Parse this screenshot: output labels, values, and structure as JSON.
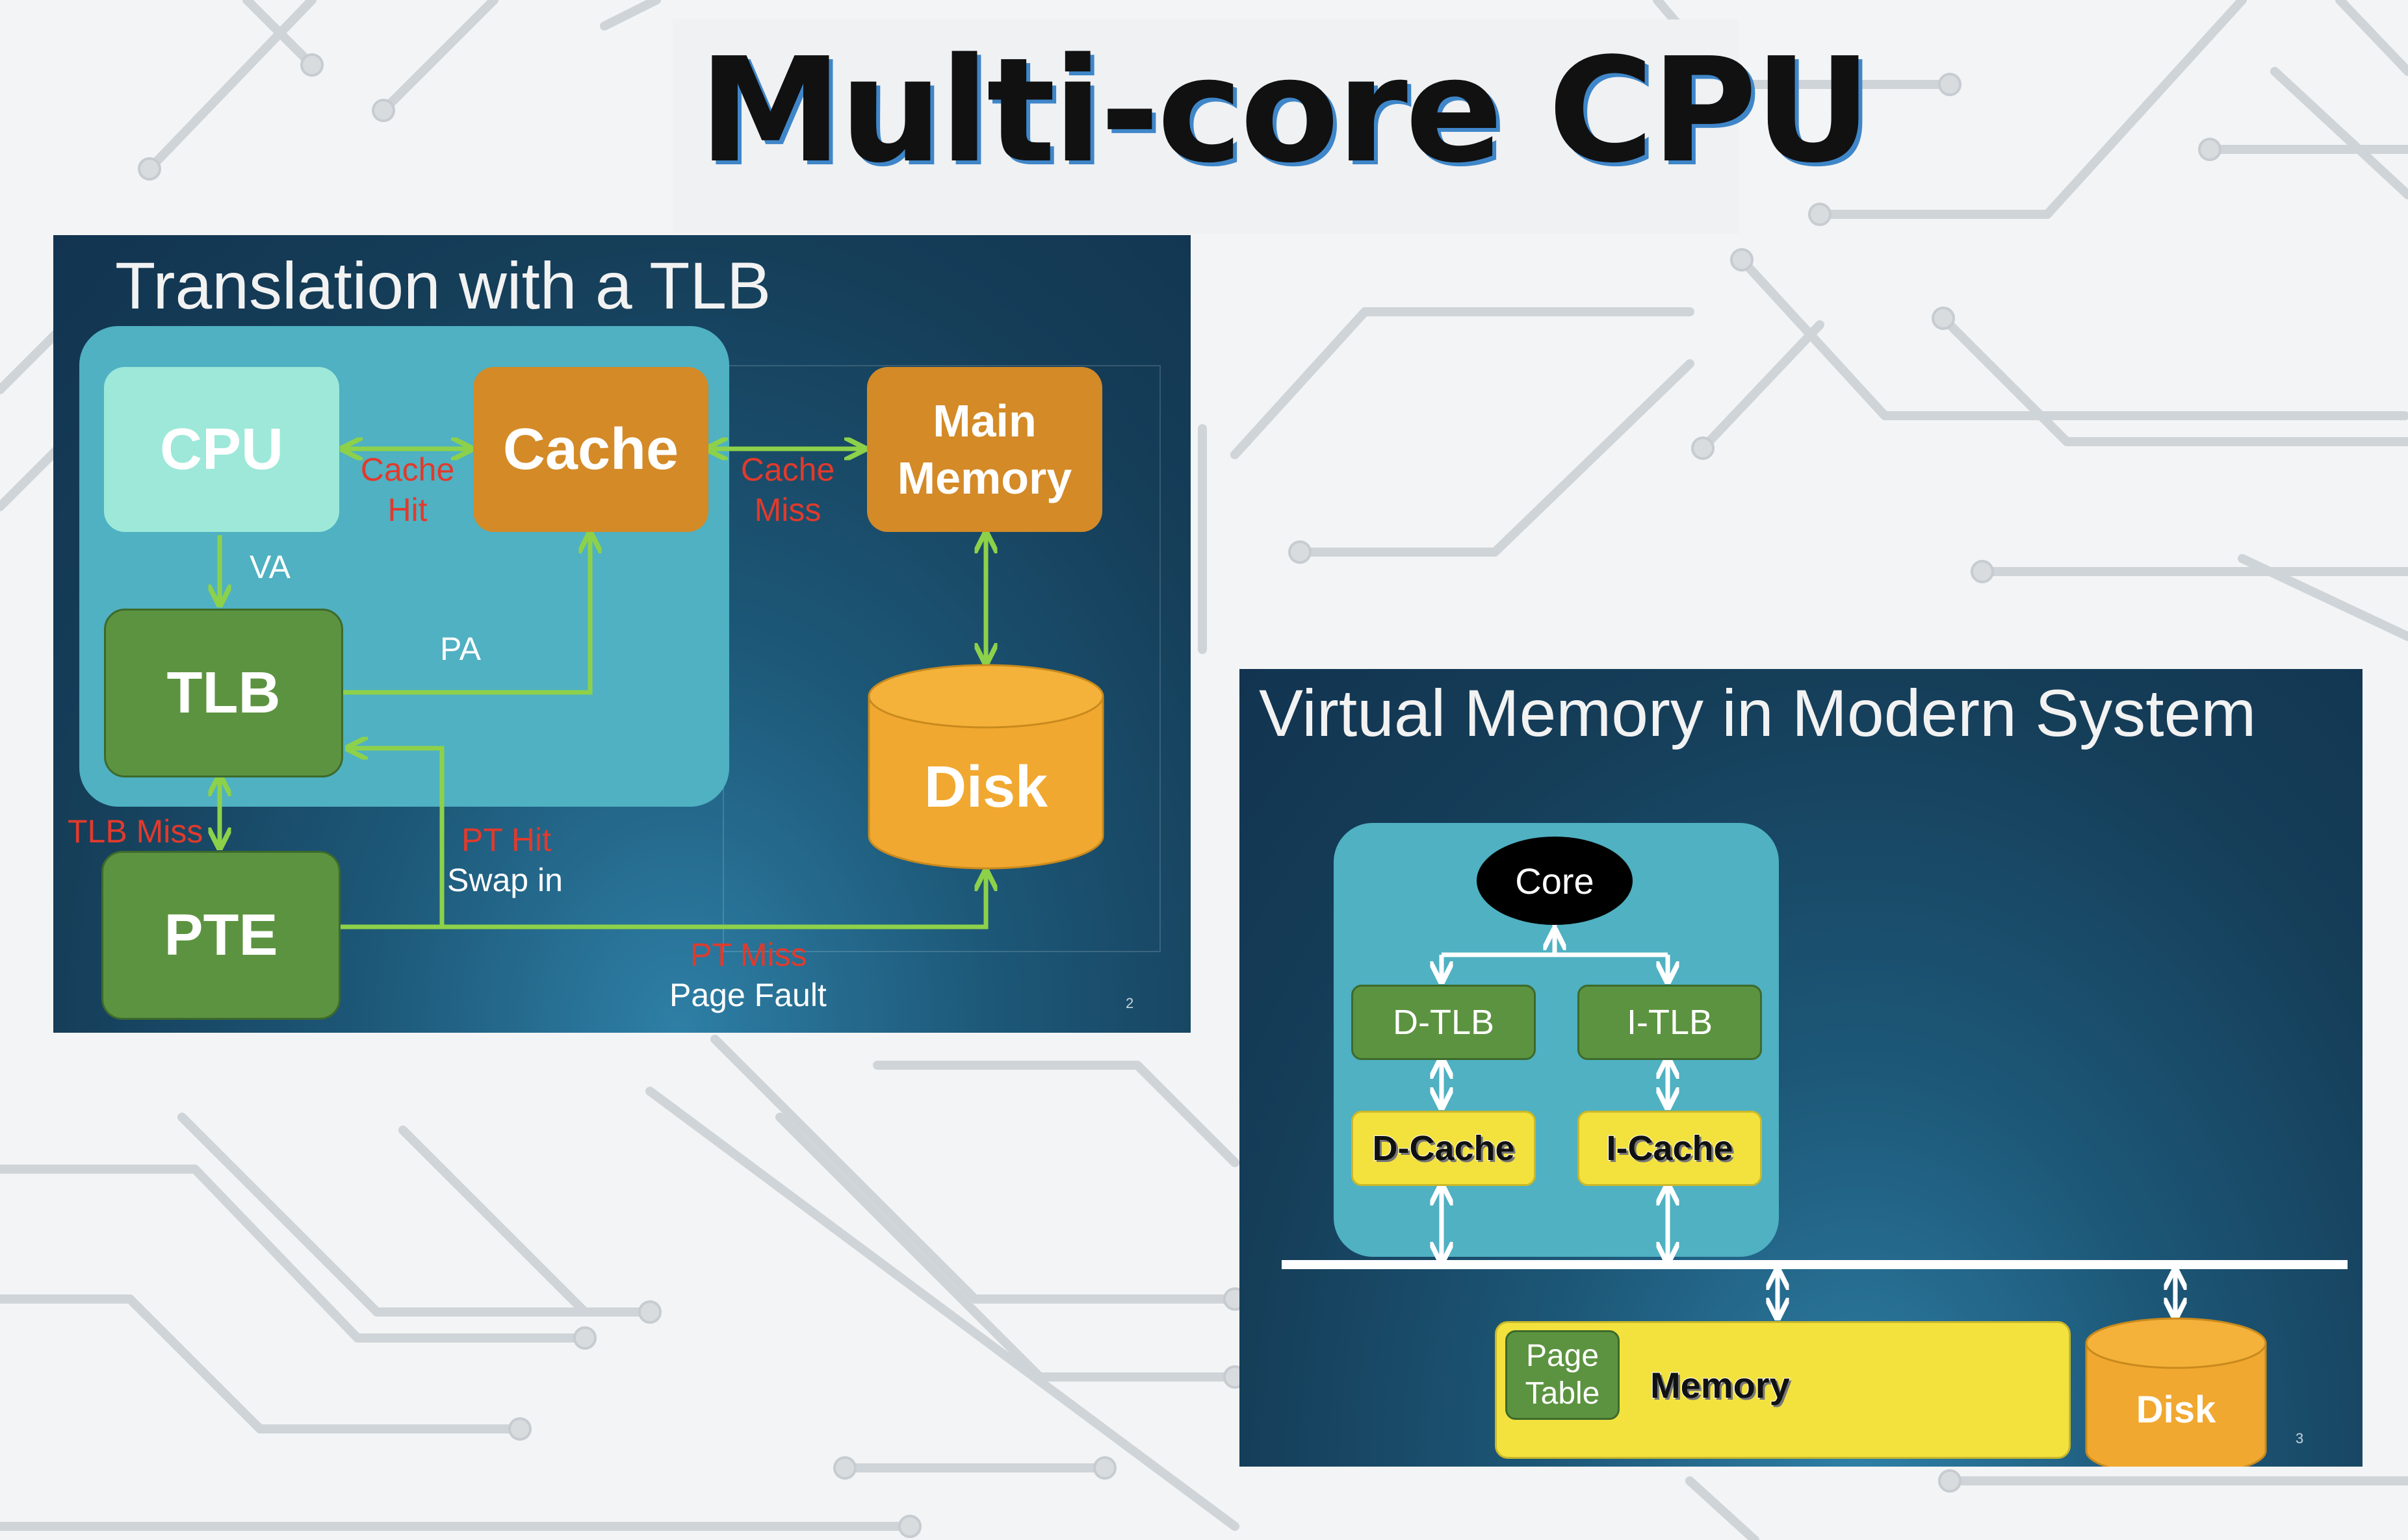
{
  "page": {
    "title": "Multi-core CPU"
  },
  "slide_tlb": {
    "title": "Translation with a TLB",
    "slide_number": "2",
    "nodes": {
      "cpu": "CPU",
      "cache": "Cache",
      "main_memory_line1": "Main",
      "main_memory_line2": "Memory",
      "tlb": "TLB",
      "pte": "PTE",
      "disk": "Disk"
    },
    "edge_labels": {
      "cache_hit_line1": "Cache",
      "cache_hit_line2": "Hit",
      "cache_miss_line1": "Cache",
      "cache_miss_line2": "Miss",
      "va": "VA",
      "pa": "PA",
      "tlb_miss": "TLB Miss",
      "pt_hit": "PT Hit",
      "swap_in": "Swap in",
      "pt_miss": "PT Miss",
      "page_fault": "Page Fault"
    }
  },
  "slide_vm": {
    "title": "Virtual Memory in Modern System",
    "slide_number": "3",
    "nodes": {
      "core": "Core",
      "d_tlb": "D-TLB",
      "i_tlb": "I-TLB",
      "d_cache": "D-Cache",
      "i_cache": "I-Cache",
      "page_table_line1": "Page",
      "page_table_line2": "Table",
      "memory": "Memory",
      "disk": "Disk"
    }
  },
  "colors": {
    "cpu_box": "#9de8d9",
    "cache_box": "#d38a27",
    "disk_box": "#f1a830",
    "tlb_box": "#5c9340",
    "panel": "#4fb1c2",
    "arrow_green": "#8dd14a",
    "label_red": "#e13a2c",
    "yellow_box": "#f3e23e"
  }
}
